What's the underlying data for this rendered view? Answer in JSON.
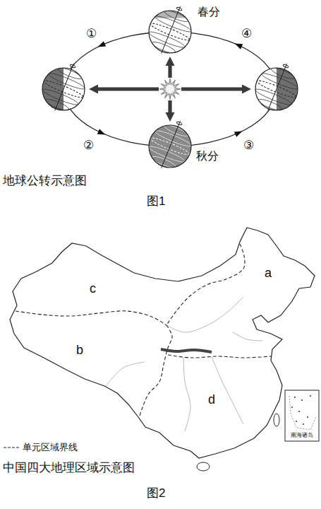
{
  "diagram": {
    "labels": [
      "①",
      "②",
      "③",
      "④",
      "春分",
      "秋分",
      "地球公转示意图",
      "图1",
      "a",
      "b",
      "c",
      "d",
      "中国四大地理区域示意图",
      "图2",
      "南海诸岛"
    ],
    "legend": [
      {
        "text": "单元区域界线"
      }
    ]
  }
}
